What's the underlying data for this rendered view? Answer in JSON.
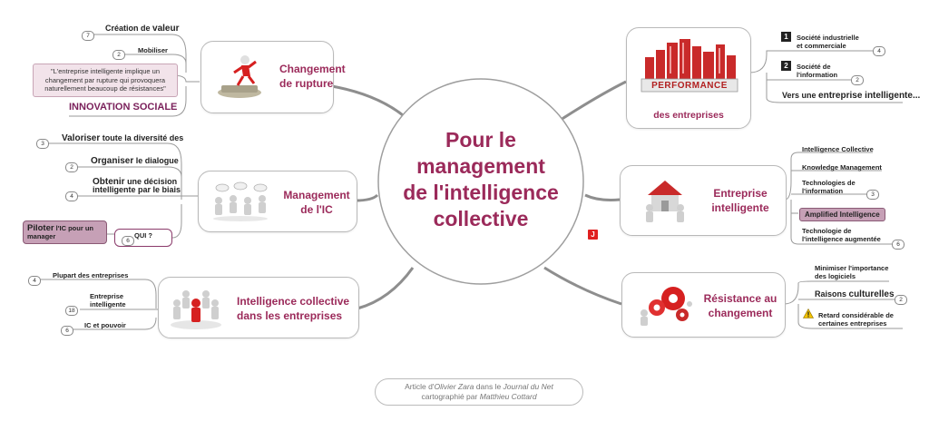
{
  "center": {
    "line1": "Pour le",
    "line2": "management",
    "line3": "de l'intelligence",
    "line4": "collective"
  },
  "credit": {
    "line1_prefix": "Article d'",
    "line1_author": "Olivier Zara",
    "line1_mid": " dans le ",
    "line1_journal": "Journal du Net",
    "line2_prefix": "cartographié par ",
    "line2_name": "Matthieu Cottard"
  },
  "journal_logo": "J",
  "branches": {
    "rupture": {
      "title1": "Changement",
      "title2": "de rupture",
      "leaf1_prefix": "Création de ",
      "leaf1_big": "valeur",
      "leaf1_count": "7",
      "leaf2": "Mobiliser",
      "leaf2_count": "2",
      "quote": "\"L'entreprise intelligente implique un changement par rupture qui provoquera naturellement beaucoup de résistances\"",
      "innovation": "INNOVATION SOCIALE"
    },
    "management_ic": {
      "title1": "Management",
      "title2": "de l'IC",
      "leaf1_big": "Valoriser",
      "leaf1_rest": " toute la diversité des",
      "leaf1_count": "3",
      "leaf2_big": "Organiser",
      "leaf2_rest": " le dialogue",
      "leaf2_count": "2",
      "leaf3_big": "Obtenir",
      "leaf3_rest": " une décision",
      "leaf3_line2": "intelligente par le biais",
      "leaf3_count": "4",
      "piloter_big": "Piloter",
      "piloter_rest": " l'IC pour un manager",
      "qui": "QUI ?",
      "qui_count": "6"
    },
    "ic_entreprises": {
      "title1": "Intelligence collective",
      "title2": "dans les entreprises",
      "leaf1": "Plupart des entreprises",
      "leaf1_count": "4",
      "leaf2_line1": "Entreprise",
      "leaf2_line2": "intelligente",
      "leaf2_count": "18",
      "leaf3": "IC et pouvoir",
      "leaf3_count": "6"
    },
    "performance": {
      "banner": "PERFORMANCE",
      "label": "des entreprises",
      "leaf1_num": "1",
      "leaf1_line1": "Société industrielle",
      "leaf1_line2": "et commerciale",
      "leaf1_count": "4",
      "leaf2_num": "2",
      "leaf2_line1": "Société de",
      "leaf2_line2": "l'information",
      "leaf2_count": "2",
      "leaf3_prefix": "Vers une ",
      "leaf3_big": "entreprise intelligente..."
    },
    "entreprise_intelligente": {
      "title1": "Entreprise",
      "title2": "intelligente",
      "leaf1": "Intelligence Collective",
      "leaf2": "Knowledge Management",
      "leaf3_line1": "Technologies de",
      "leaf3_line2": "l'information",
      "leaf3_count": "3",
      "amplified": "Amplified Intelligence",
      "leaf5_line1": "Technologie de",
      "leaf5_line2": "l'intelligence augmentée",
      "leaf5_count": "6"
    },
    "resistance": {
      "title1": "Résistance au",
      "title2": "changement",
      "leaf1_line1": "Minimiser l'importance",
      "leaf1_line2": "des logiciels",
      "leaf2_prefix": "Raisons ",
      "leaf2_big": "culturelles",
      "leaf2_count": "2",
      "leaf3_line1": "Retard considérable de",
      "leaf3_line2": "certaines entreprises"
    }
  },
  "colors": {
    "accent": "#9b2a5a",
    "connector": "#8a8a8a",
    "leaf_line": "#9a9a9a",
    "highlight": "#c6a0b6"
  }
}
